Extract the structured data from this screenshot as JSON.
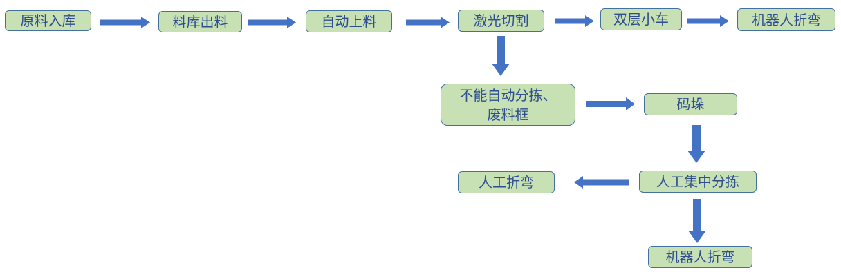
{
  "diagram": {
    "nodes": {
      "raw_storage": "原料入库",
      "material_outbound": "料库出料",
      "auto_loading": "自动上料",
      "laser_cutting": "激光切割",
      "double_cart": "双层小车",
      "robot_bending_top": "机器人折弯",
      "unsortable_line1": "不能自动分拣、",
      "unsortable_line2": "废料框",
      "stacking": "码垛",
      "manual_bending": "人工折弯",
      "manual_sorting": "人工集中分拣",
      "robot_bending_bottom": "机器人折弯"
    }
  },
  "colors": {
    "box_fill": "#c7e0b4",
    "box_border": "#41719c",
    "text": "#2e4e8f",
    "arrow": "#4472c4"
  }
}
